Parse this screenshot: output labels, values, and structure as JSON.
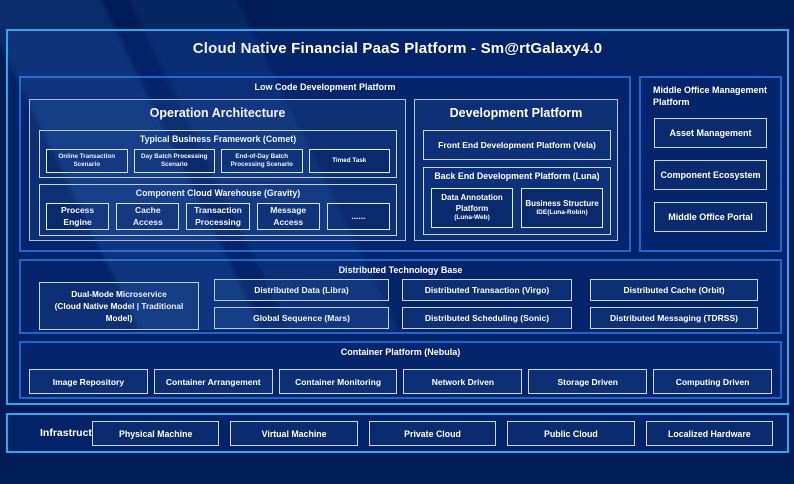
{
  "title": "Cloud Native Financial PaaS Platform - Sm@rtGalaxy4.0",
  "colors": {
    "page_bg": "#001b55",
    "frame_bg": "#032368",
    "bright_border": "#2fa8ea",
    "section_border": "#1c67cf",
    "panel_border": "#aebfdd",
    "panel_bg": "#0d2f74",
    "text": "#ffffff"
  },
  "low_code": {
    "label": "Low Code Development Platform",
    "operation_architecture": {
      "title": "Operation Architecture",
      "comet": {
        "label": "Typical Business Framework (Comet)",
        "items": [
          "Online Transaction Scenario",
          "Day Batch Processing Scenario",
          "End-of-Day Batch Processing Scenario",
          "Timed Task"
        ]
      },
      "gravity": {
        "label": "Component Cloud Warehouse (Gravity)",
        "items": [
          "Process Engine",
          "Cache Access",
          "Transaction Processing",
          "Message Access",
          "......"
        ]
      }
    },
    "development_platform": {
      "title": "Development Platform",
      "front_end": "Front End Development Platform (Vela)",
      "back_end": {
        "label": "Back End Development Platform (Luna)",
        "items": [
          {
            "title": "Data Annotation Platform",
            "sub": "(Luna-Web)"
          },
          {
            "title": "Business Structure",
            "sub": "IDE(Luna-Robin)"
          }
        ]
      }
    }
  },
  "middle_office": {
    "label": "Middle Office Management Platform",
    "items": [
      "Asset Management",
      "Component Ecosystem",
      "Middle Office Portal"
    ]
  },
  "distributed": {
    "label": "Distributed Technology Base",
    "dual_mode": {
      "line1": "Dual-Mode Microservice",
      "line2": "(Cloud Native Model | Traditional Model)"
    },
    "items_row1": [
      "Distributed Data (Libra)",
      "Distributed Transaction (Virgo)",
      "Distributed Cache (Orbit)"
    ],
    "items_row2": [
      "Global Sequence (Mars)",
      "Distributed Scheduling (Sonic)",
      "Distributed Messaging (TDRSS)"
    ]
  },
  "container_platform": {
    "label": "Container Platform (Nebula)",
    "items": [
      "Image Repository",
      "Container Arrangement",
      "Container Monitoring",
      "Network Driven",
      "Storage Driven",
      "Computing Driven"
    ]
  },
  "infrastructure": {
    "label": "Infrastructure",
    "items": [
      "Physical Machine",
      "Virtual Machine",
      "Private Cloud",
      "Public Cloud",
      "Localized Hardware"
    ]
  }
}
